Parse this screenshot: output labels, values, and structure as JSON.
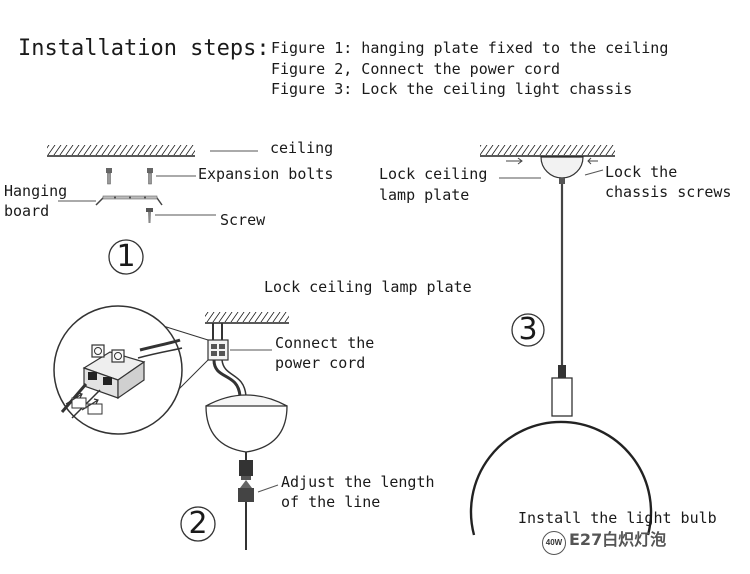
{
  "header": {
    "title": "Installation steps:",
    "steps": [
      "Figure 1: hanging plate fixed to the ceiling",
      "Figure 2, Connect the power cord",
      "Figure 3: Lock the ceiling light chassis"
    ]
  },
  "figure1": {
    "number": "1",
    "ceiling_label": "ceiling",
    "bolts_label": "Expansion bolts",
    "board_label_line1": "Hanging",
    "board_label_line2": "board",
    "screw_label": "Screw"
  },
  "figure2": {
    "number": "2",
    "lock_plate_label": "Lock ceiling lamp plate",
    "power_line1": "Connect the",
    "power_line2": "power cord",
    "adjust_line1": "Adjust the length",
    "adjust_line2": "of the line"
  },
  "figure3": {
    "number": "3",
    "lock_plate_line1": "Lock ceiling",
    "lock_plate_line2": "lamp plate",
    "chassis_line1": "Lock the",
    "chassis_line2": "chassis screws",
    "bulb_label": "Install the light bulb",
    "bulb_wattage": "40W",
    "bulb_spec": "E27白炽灯泡"
  }
}
